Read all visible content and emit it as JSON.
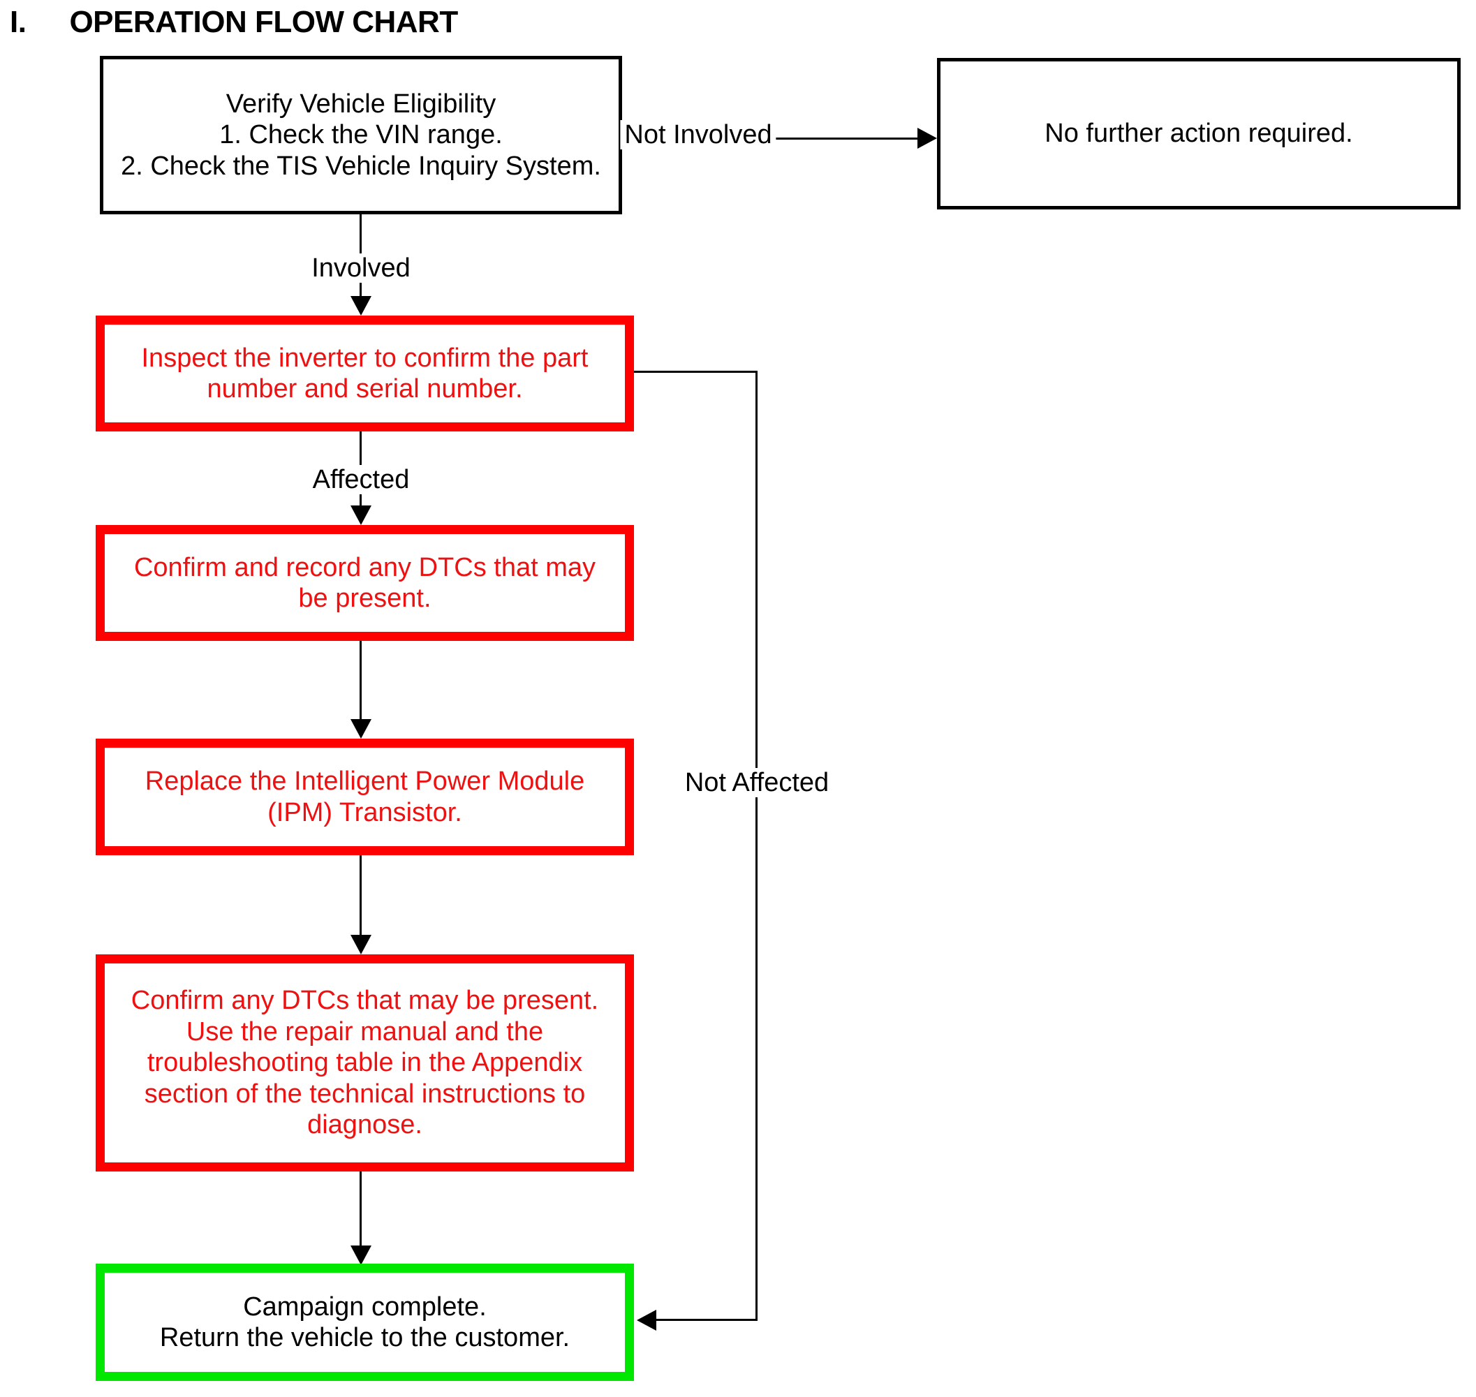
{
  "document": {
    "section_number": "I.",
    "section_title": "OPERATION FLOW CHART"
  },
  "colors": {
    "affected_border": "#ff0000",
    "affected_text": "#ee1111",
    "complete_border": "#00e800",
    "default_border": "#000000",
    "text": "#000000",
    "background": "#ffffff"
  },
  "flowchart": {
    "nodes": [
      {
        "id": "verify-vehicle-eligibility",
        "style": "plain",
        "text": "Verify Vehicle Eligibility\n1. Check the VIN range.\n2. Check the TIS Vehicle Inquiry System."
      },
      {
        "id": "no-further-action",
        "style": "plain",
        "text": "No further action required."
      },
      {
        "id": "inspect-inverter",
        "style": "redbox",
        "text": "Inspect the inverter to confirm the part number and serial number."
      },
      {
        "id": "confirm-record-dtcs",
        "style": "redbox",
        "text": "Confirm and record any DTCs that may be present."
      },
      {
        "id": "replace-ipm-transistor",
        "style": "redbox",
        "text": "Replace the Intelligent Power Module (IPM) Transistor."
      },
      {
        "id": "confirm-dtcs-diagnose",
        "style": "redbox",
        "text": "Confirm any DTCs that may be present. Use the repair manual and the troubleshooting table in the Appendix section of the technical instructions to diagnose."
      },
      {
        "id": "campaign-complete",
        "style": "greenbox",
        "text": "Campaign complete.\nReturn the vehicle to the customer."
      }
    ],
    "edge_labels": {
      "not_involved": "Not Involved",
      "involved": "Involved",
      "affected": "Affected",
      "not_affected": "Not Affected"
    }
  }
}
